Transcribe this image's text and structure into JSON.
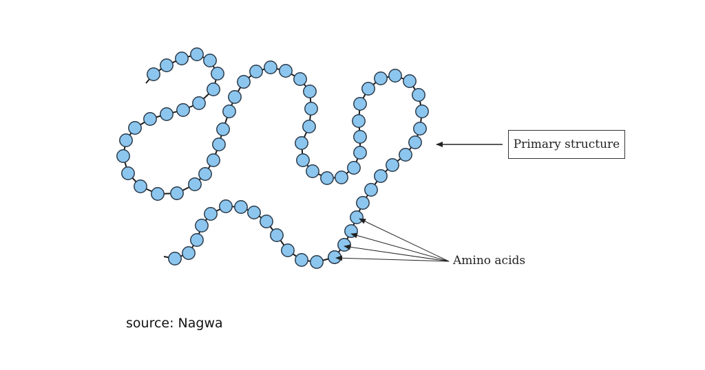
{
  "labels": {
    "primary_structure": "Primary structure",
    "amino_acids": "Amino acids"
  },
  "caption": "source: Nagwa",
  "colors": {
    "bead_fill": "#8cc6ee",
    "bead_stroke": "#2b3a4a",
    "chain": "#1a1a1a",
    "arrow": "#222222"
  }
}
